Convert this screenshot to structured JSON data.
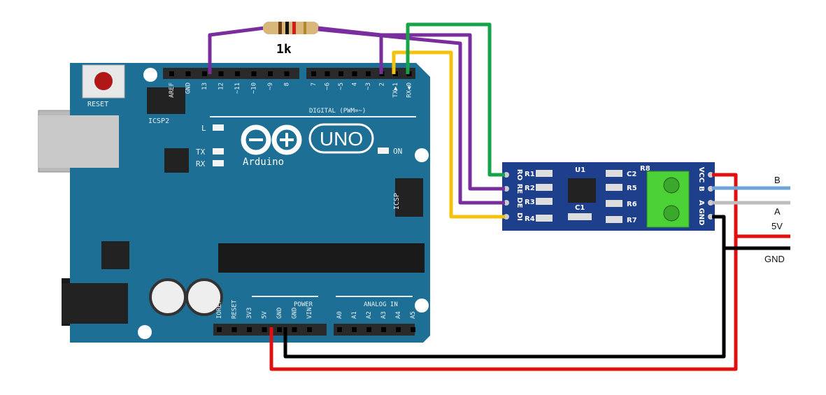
{
  "resistor": {
    "label": "1k"
  },
  "arduino": {
    "reset_label": "RESET",
    "icsp2_label": "ICSP2",
    "icsp_label": "ICSP",
    "brand": "Arduino",
    "model": "UNO",
    "led_labels": [
      "L",
      "TX",
      "RX",
      "ON"
    ],
    "digital_label": "DIGITAL (PWM=~)",
    "digital_pins_left": [
      "AREF",
      "GND",
      "13",
      "12",
      "~11",
      "~10",
      "~9",
      "8"
    ],
    "digital_pins_right": [
      "7",
      "~6",
      "~5",
      "4",
      "~3",
      "2",
      "TX▶1",
      "RX◀0"
    ],
    "power_label": "POWER",
    "power_pins": [
      "IOREF",
      "RESET",
      "3V3",
      "5V",
      "GND",
      "GND",
      "VIN"
    ],
    "analog_label": "ANALOG IN",
    "analog_pins": [
      "A0",
      "A1",
      "A2",
      "A3",
      "A4",
      "A5"
    ]
  },
  "module": {
    "left_pins": [
      "RO",
      "RE",
      "DE",
      "DI"
    ],
    "right_pins": [
      "VCC",
      "B",
      "A",
      "GND"
    ],
    "components": [
      "R1",
      "R2",
      "R3",
      "R4",
      "U1",
      "C1",
      "C2",
      "R5",
      "R6",
      "R7",
      "R8"
    ]
  },
  "external": {
    "b": "B",
    "a": "A",
    "v5": "5V",
    "gnd": "GND"
  },
  "colors": {
    "board": "#1d6f96",
    "module": "#1e3f8c",
    "purple": "#7a2e9e",
    "green": "#16a34a",
    "yellow": "#f4c20d",
    "red": "#e01010",
    "black": "#000000",
    "blue": "#6fa3d8",
    "gray": "#bdbdbd"
  }
}
